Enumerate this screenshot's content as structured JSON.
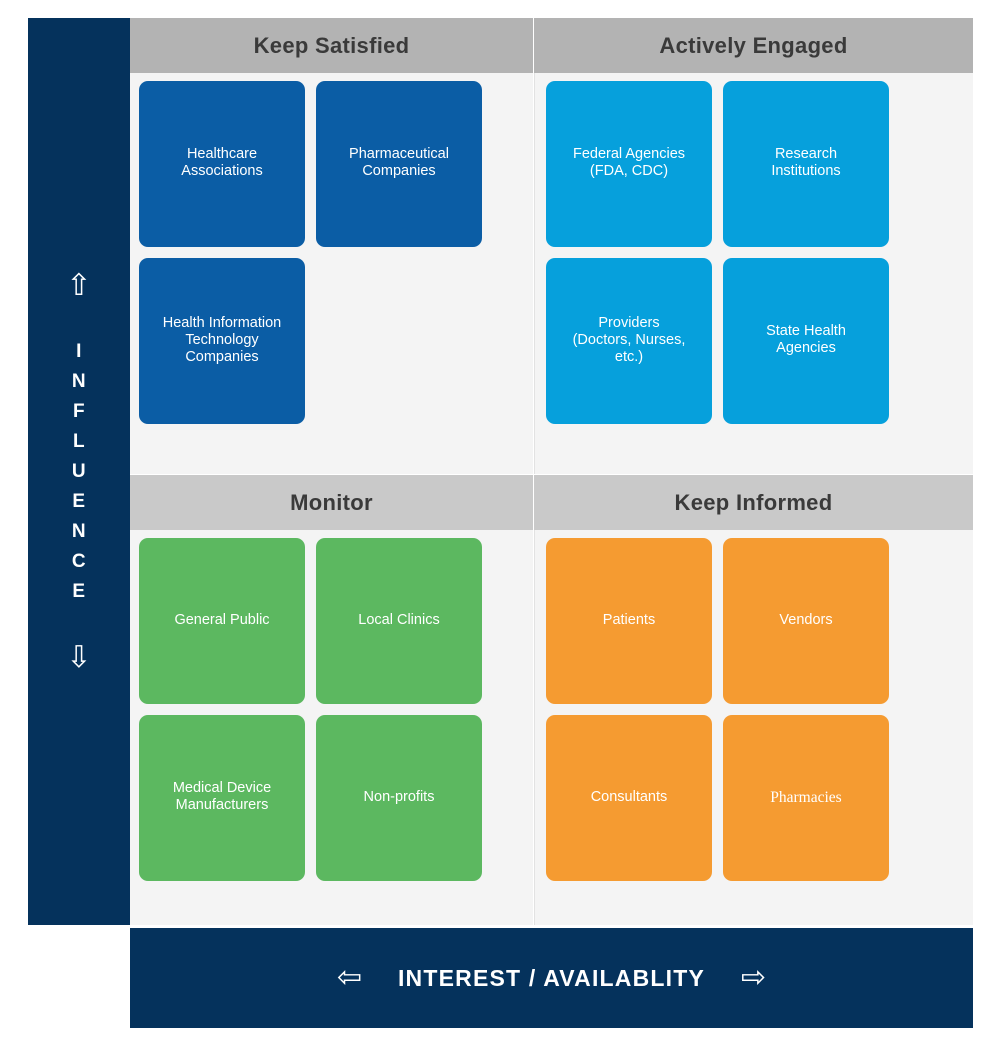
{
  "axes": {
    "y_label": "INFLUENCE",
    "y_arrow_up": "⇧",
    "y_arrow_down": "⇩",
    "x_label": "INTEREST / AVAILABLITY",
    "x_arrow_left": "⇦",
    "x_arrow_right": "⇨"
  },
  "colors": {
    "navy": "#05325C",
    "header_top": "#B3B3B3",
    "header_bottom": "#C9C9C9",
    "quadrant_bg": "#F4F4F4",
    "dark_blue": "#0B5DA5",
    "light_blue": "#06A0DC",
    "green": "#5CB860",
    "orange": "#F59B31"
  },
  "quadrants": [
    {
      "id": "keep-satisfied",
      "title": "Keep Satisfied",
      "color": "#0B5DA5",
      "cards": [
        {
          "label": "Healthcare\nAssociations"
        },
        {
          "label": "Pharmaceutical\nCompanies"
        },
        {
          "label": "Health Information\nTechnology\nCompanies"
        }
      ]
    },
    {
      "id": "actively-engaged",
      "title": "Actively Engaged",
      "color": "#06A0DC",
      "cards": [
        {
          "label": "Federal Agencies\n(FDA, CDC)"
        },
        {
          "label": "Research\nInstitutions"
        },
        {
          "label": "Providers\n(Doctors, Nurses,\netc.)"
        },
        {
          "label": "State Health\nAgencies"
        }
      ]
    },
    {
      "id": "monitor",
      "title": "Monitor",
      "color": "#5CB860",
      "cards": [
        {
          "label": "General Public"
        },
        {
          "label": "Local Clinics"
        },
        {
          "label": "Medical Device\nManufacturers"
        },
        {
          "label": "Non-profits"
        }
      ]
    },
    {
      "id": "keep-informed",
      "title": "Keep Informed",
      "color": "#F59B31",
      "cards": [
        {
          "label": "Patients"
        },
        {
          "label": "Vendors"
        },
        {
          "label": "Consultants"
        },
        {
          "label": "Pharmacies",
          "serif": true
        }
      ]
    }
  ]
}
